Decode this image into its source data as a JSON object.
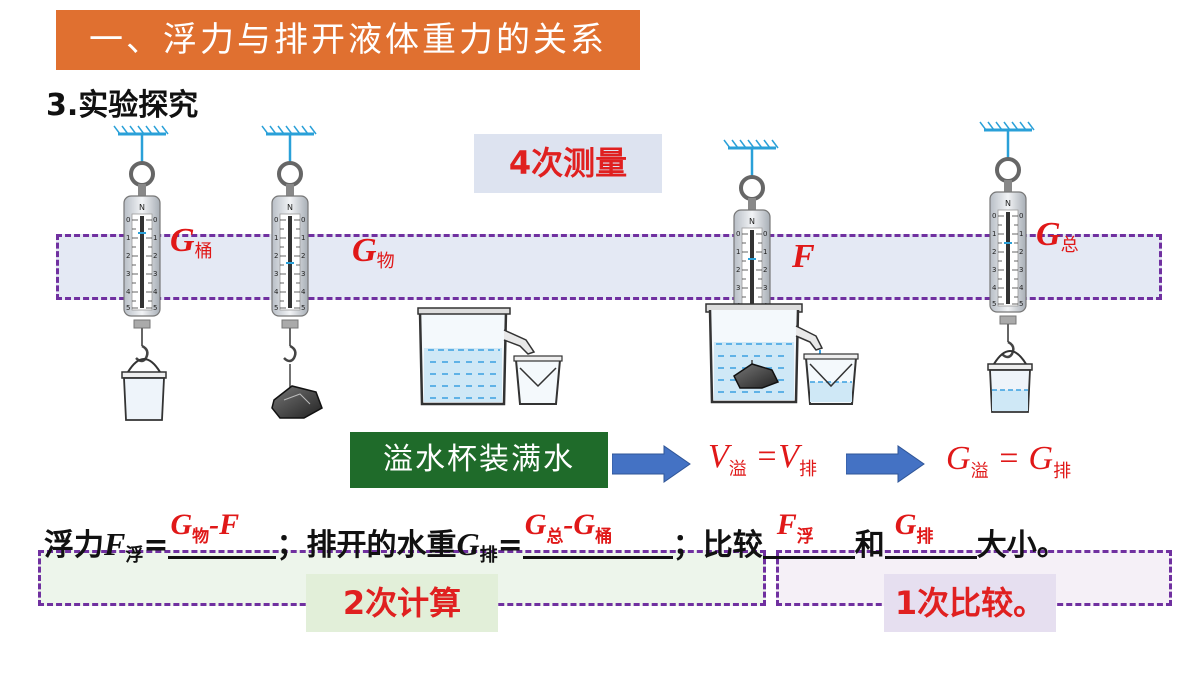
{
  "title": "一、浮力与排开液体重力的关系",
  "subtitle": "3.实验探究",
  "measure_label": "4次测量",
  "scale_unit": "N",
  "labels": {
    "g_bucket": {
      "main": "G",
      "sub": "桶"
    },
    "g_object": {
      "main": "G",
      "sub": "物"
    },
    "f": {
      "main": "F",
      "sub": ""
    },
    "g_total": {
      "main": "G",
      "sub": "总"
    }
  },
  "fill_cup_text": "溢水杯装满水",
  "eq1": {
    "a": "V",
    "a_sub": "溢",
    "op": "=",
    "b": "V",
    "b_sub": "排"
  },
  "eq2": {
    "a": "G",
    "a_sub": "溢",
    "op": "=",
    "b": "G",
    "b_sub": "排"
  },
  "formula": {
    "t1": "浮力",
    "f": "F",
    "f_sub": "浮",
    "eq": "=",
    "ans1": {
      "a": "G",
      "a_sub": "物",
      "mid": "-F"
    },
    "t2": "；排开的水重",
    "g": "G",
    "g_sub": "排",
    "ans2": {
      "a": "G",
      "a_sub": "总",
      "mid": "-G",
      "b_sub": "桶"
    },
    "t3": "；比较",
    "ans3": {
      "a": "F",
      "a_sub": "浮"
    },
    "t4": "和",
    "ans4": {
      "a": "G",
      "a_sub": "排"
    },
    "t5": "大小。"
  },
  "calc_label": "2次计算",
  "compare_label": "1次比较。",
  "colors": {
    "accent": "#e07030",
    "red": "#e01818",
    "green": "#1f6b2a",
    "purple": "#7030a0",
    "arrow": "#4472c4",
    "water": "#3aa0e0"
  }
}
